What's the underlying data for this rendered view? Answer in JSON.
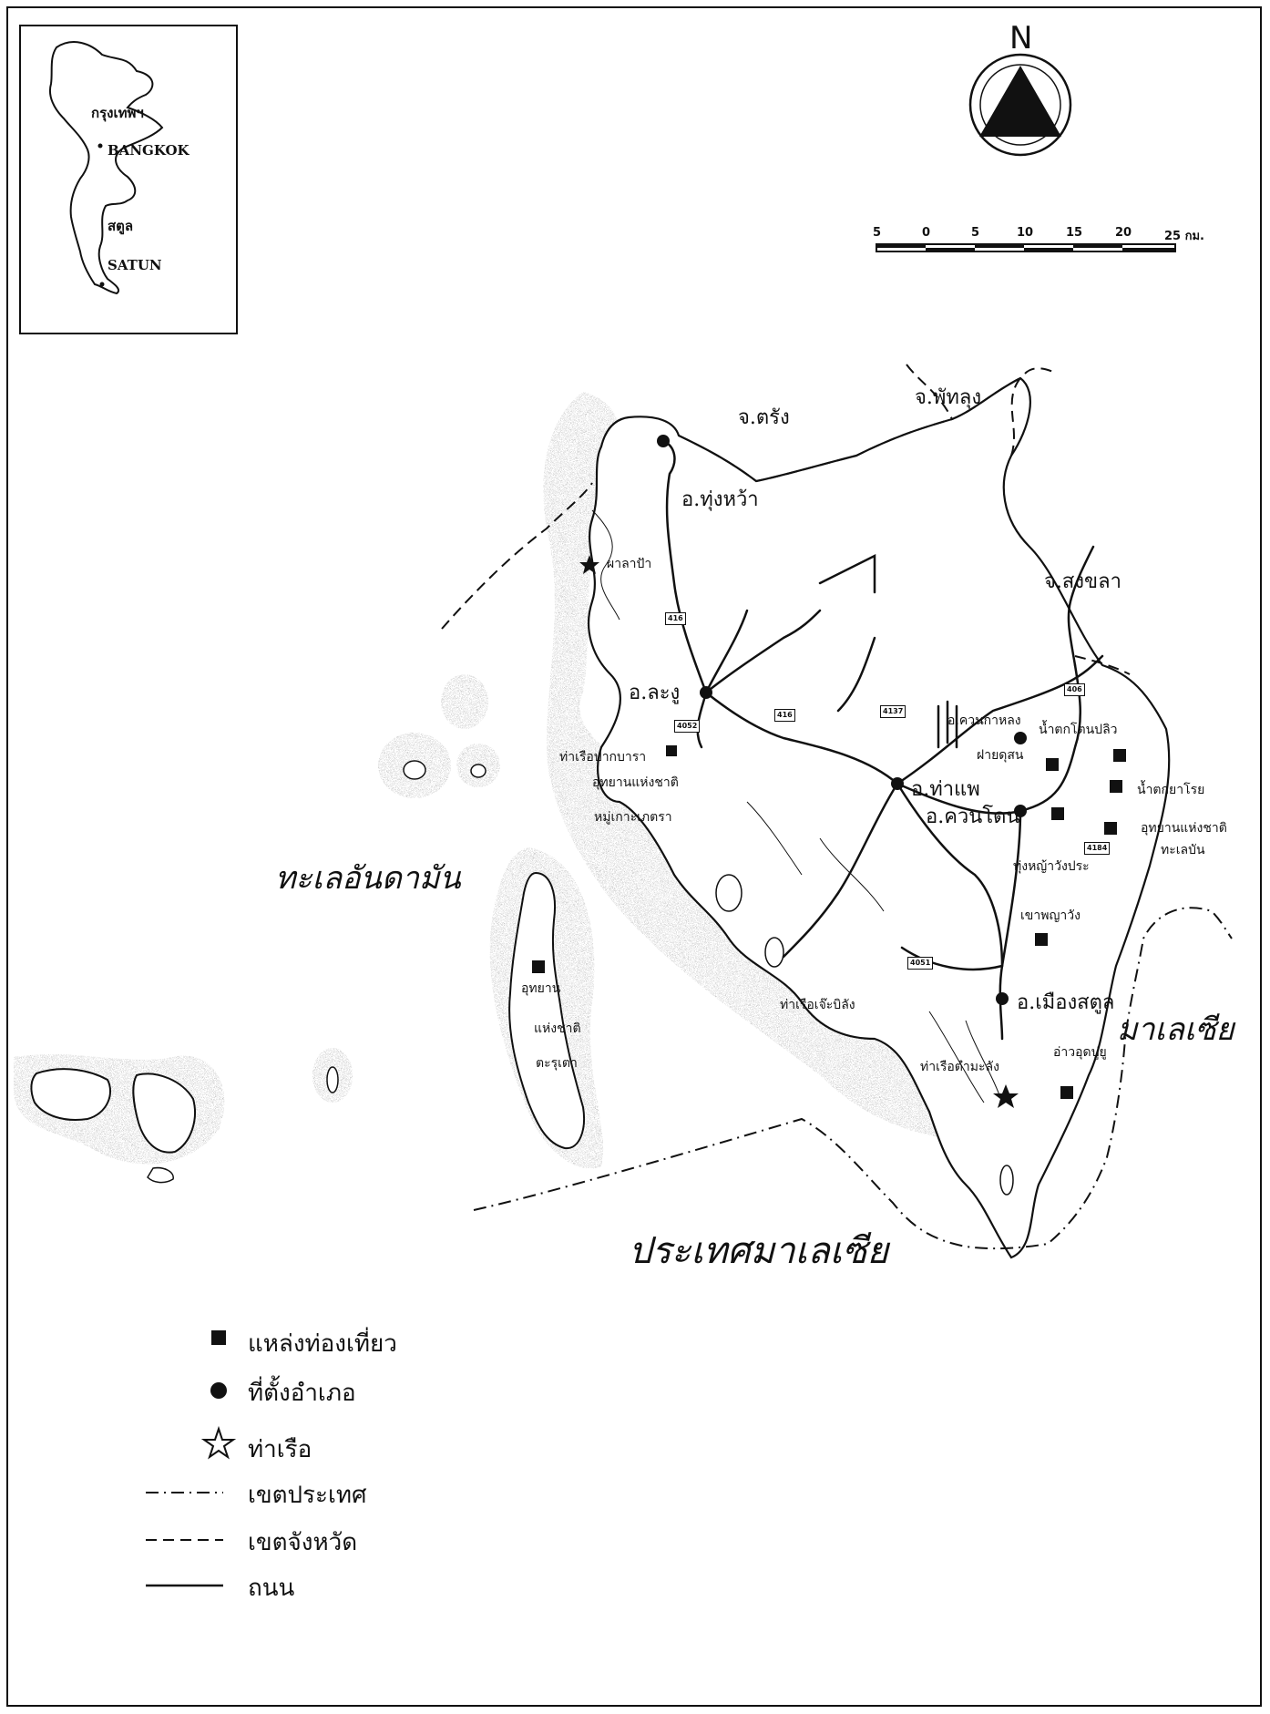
{
  "inset": {
    "bangkok_th": "กรุงเทพฯ",
    "bangkok_en": "BANGKOK",
    "satun_th": "สตูล",
    "satun_en": "SATUN"
  },
  "north": {
    "letter": "N"
  },
  "scale": {
    "ticks": [
      "5",
      "0",
      "5",
      "10",
      "15",
      "20",
      "25 กม."
    ]
  },
  "provinces": {
    "trang": "จ.ตรัง",
    "phatthalung": "จ.พัทลุง",
    "songkhla": "จ.สงขลา"
  },
  "districts": {
    "thung_wa": "อ.ทุ่งหว้า",
    "la_ngu": "อ.ละงู",
    "tha_phae": "อ.ท่าแพ",
    "khuan_don": "อ.ควนโดน",
    "khuan_kalong": "อ.ควนกาหลง",
    "mueang_satun": "อ.เมืองสตูล"
  },
  "places": {
    "pha_pan": "ผาลาปัา",
    "pak_bara_pier": "ท่าเรือปากบารา",
    "mu_ko_phetra_1": "อุทยานแห่งชาติ",
    "mu_ko_phetra_2": "หมู่เกาะเภตรา",
    "pha_du_san": "ฝายดุสน",
    "nam_tok_pliu": "น้ำตกโตนปลิว",
    "nam_tok_ya_roi": "น้ำตกยาโรย",
    "thale_ban_1": "อุทยานแห่งชาติ",
    "thale_ban_2": "ทะเลบัน",
    "thung_ya": "ทุ่งหญ้าวังประ",
    "khao_ya_wang": "เขาพญาวัง",
    "che_bilang_pier": "ท่าเรือเจ๊ะบิลัง",
    "tammalang_pier": "ท่าเรือตำมะลัง",
    "tarutao_1": "อุทยาน",
    "tarutao_2": "แห่งชาติ",
    "tarutao_3": "ตะรุเตา",
    "ao_phupu": "อ่าวอุดปูยู"
  },
  "roads": [
    "416",
    "4052",
    "416",
    "4137",
    "406",
    "4184",
    "4051"
  ],
  "seas": {
    "andaman": "ทะเลอันดามัน",
    "malaysia_country": "ประเทศมาเลเซีย",
    "malaysia": "มาเลเซีย"
  },
  "legend": [
    {
      "symbol": "square",
      "label": "แหล่งท่องเที่ยว"
    },
    {
      "symbol": "circle",
      "label": "ที่ตั้งอำเภอ"
    },
    {
      "symbol": "star",
      "label": "ท่าเรือ"
    },
    {
      "symbol": "country-border",
      "label": "เขตประเทศ"
    },
    {
      "symbol": "province-border",
      "label": "เขตจังหวัด"
    },
    {
      "symbol": "road",
      "label": "ถนน"
    }
  ],
  "colors": {
    "ink": "#111111",
    "paper": "#ffffff"
  }
}
